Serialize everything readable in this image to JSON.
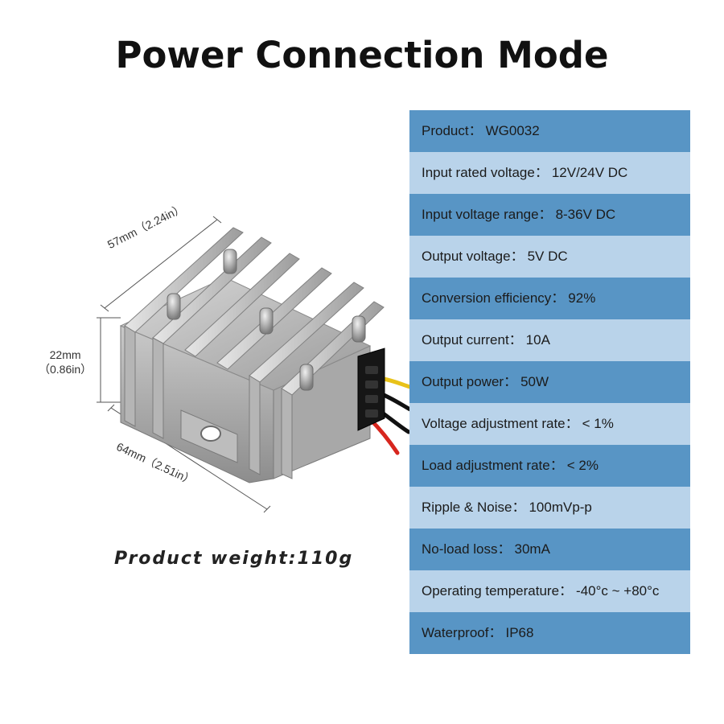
{
  "title": "Power Connection Mode",
  "specs": [
    {
      "label": "Product：",
      "value": "WG0032"
    },
    {
      "label": "Input rated voltage：",
      "value": "12V/24V DC"
    },
    {
      "label": "Input voltage range：",
      "value": "8-36V DC"
    },
    {
      "label": "Output voltage：",
      "value": "5V DC"
    },
    {
      "label": "Conversion efficiency：",
      "value": "92%"
    },
    {
      "label": "Output current：",
      "value": "10A"
    },
    {
      "label": "Output power：",
      "value": "50W"
    },
    {
      "label": "Voltage adjustment rate：",
      "value": "< 1%"
    },
    {
      "label": "Load adjustment rate：",
      "value": "< 2%"
    },
    {
      "label": "Ripple & Noise：",
      "value": "100mVp-p"
    },
    {
      "label": "No-load loss：",
      "value": "30mA"
    },
    {
      "label": "Operating temperature：",
      "value": "-40°c ~ +80°c"
    },
    {
      "label": "Waterproof：",
      "value": "IP68"
    }
  ],
  "dimensions": {
    "length": "57mm（2.24in）",
    "height_mm": "22mm",
    "height_in": "（0.86in）",
    "width": "64mm（2.51in）"
  },
  "weight": "Product weight:110g",
  "colors": {
    "row_dark": "#5895c5",
    "row_light": "#b9d3ea",
    "wire_yellow": "#e8c21a",
    "wire_black": "#111111",
    "wire_red": "#d7261e"
  }
}
